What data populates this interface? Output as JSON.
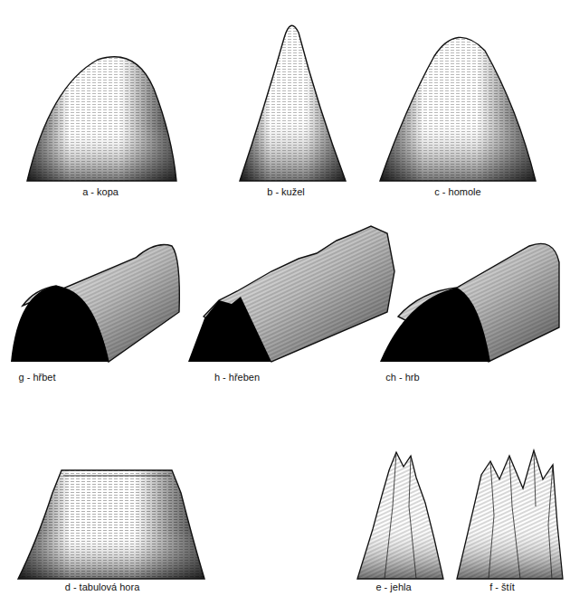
{
  "diagram": {
    "labels": [
      "a - kopa",
      "b - kužel",
      "c - homole",
      "g - hřbet",
      "h - hřeben",
      "ch - hrb",
      "d - tabulová hora",
      "e - jehla",
      "f - štít"
    ]
  }
}
